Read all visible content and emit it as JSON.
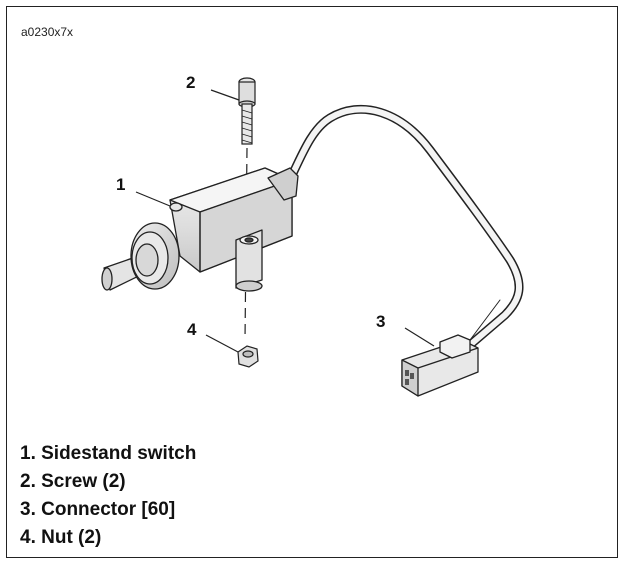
{
  "figure_id": "a0230x7x",
  "callouts": {
    "c1": "1",
    "c2": "2",
    "c3": "3",
    "c4": "4"
  },
  "legend": [
    "1. Sidestand switch",
    "2. Screw (2)",
    "3. Connector [60]",
    "4. Nut (2)"
  ]
}
